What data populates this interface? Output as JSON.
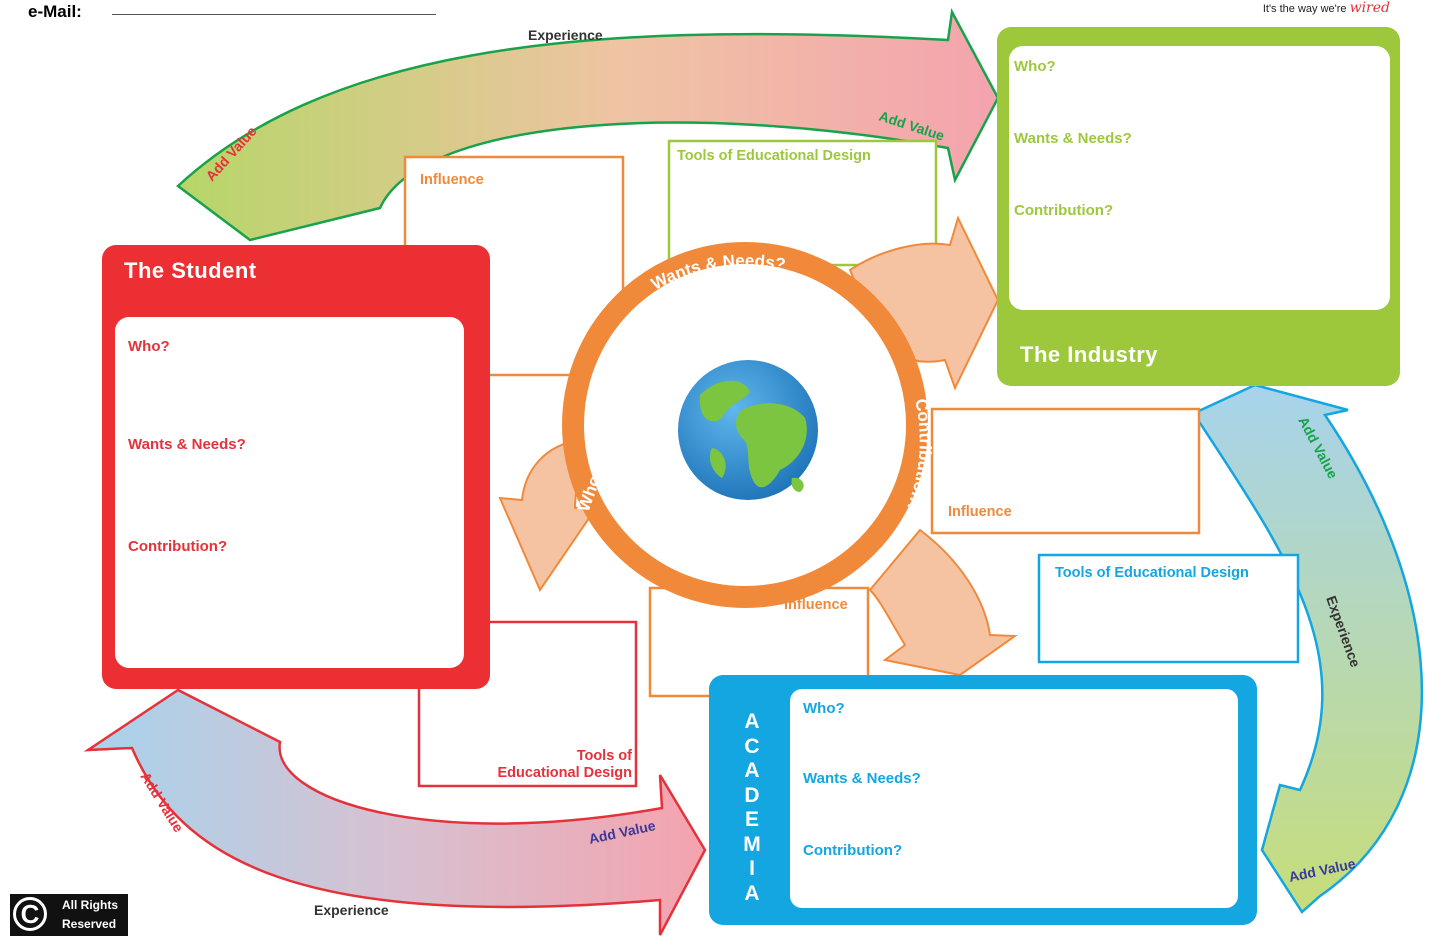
{
  "header": {
    "email_label": "e-Mail:",
    "tagline": "It's the way we're",
    "brand": "wired"
  },
  "colors": {
    "student_red": "#ec2f33",
    "industry_green": "#9dc83c",
    "academia_blue": "#13a6e0",
    "influence_orange": "#f08a3a",
    "peach": "#f5c3a2"
  },
  "student": {
    "title": "The Student",
    "who": "Who?",
    "wants": "Wants & Needs?",
    "contribution": "Contribution?"
  },
  "industry": {
    "title": "The Industry",
    "who": "Who?",
    "wants": "Wants & Needs?",
    "contribution": "Contribution?"
  },
  "academia": {
    "title_letters": [
      "A",
      "C",
      "A",
      "D",
      "E",
      "M",
      "I",
      "A"
    ],
    "who": "Who?",
    "wants": "Wants & Needs?",
    "contribution": "Contribution?"
  },
  "center": {
    "wants": "Wants & Needs?",
    "contribution": "Contribution?",
    "who": "Who?",
    "globe_icon": "globe-icon"
  },
  "boxes": {
    "influence_top": "Influence",
    "tools_top": "Tools of Educational Design",
    "influence_right": "Influence",
    "tools_right": "Tools of Educational Design",
    "influence_bottom": "Influence",
    "tools_bottom_line1": "Tools of",
    "tools_bottom_line2": "Educational Design"
  },
  "arrows": {
    "top_experience": "Experience",
    "top_add_value_left": "Add Value",
    "top_add_value_right": "Add Value",
    "right_add_value_top": "Add Value",
    "right_experience": "Experience",
    "right_add_value_bottom": "Add Value",
    "bottom_add_value_left": "Add Value",
    "bottom_experience": "Experience",
    "bottom_add_value_right": "Add Value"
  },
  "rights": {
    "symbol": "C",
    "line1": "All Rights",
    "line2": "Reserved"
  }
}
